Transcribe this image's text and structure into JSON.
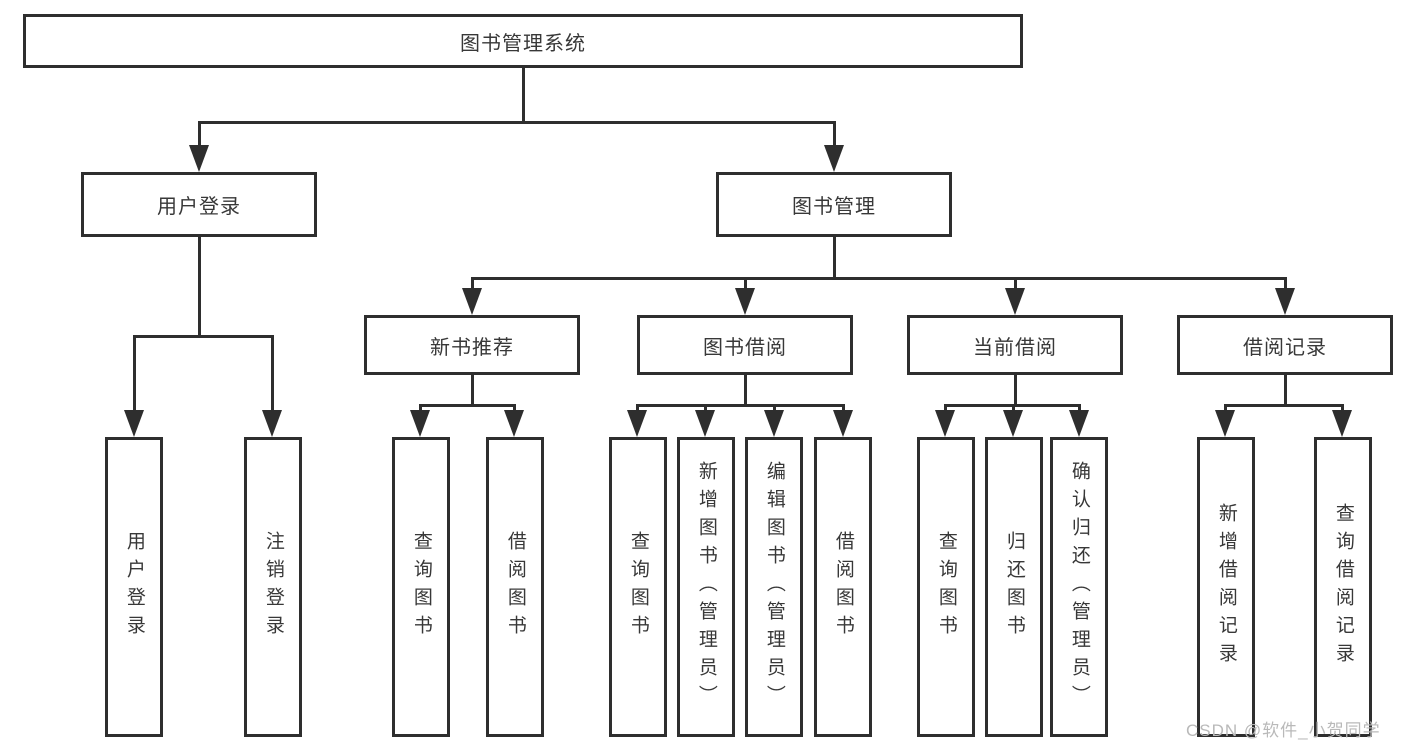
{
  "diagram": {
    "root": {
      "label": "图书管理系统"
    },
    "level2": [
      {
        "label": "用户登录"
      },
      {
        "label": "图书管理"
      }
    ],
    "level3": [
      {
        "label": "新书推荐"
      },
      {
        "label": "图书借阅"
      },
      {
        "label": "当前借阅"
      },
      {
        "label": "借阅记录"
      }
    ],
    "leaves": {
      "login": [
        {
          "label": "用户登录"
        },
        {
          "label": "注销登录"
        }
      ],
      "recommend": [
        {
          "label": "查询图书"
        },
        {
          "label": "借阅图书"
        }
      ],
      "borrow": [
        {
          "label": "查询图书"
        },
        {
          "label": "新增图书（管理员）"
        },
        {
          "label": "编辑图书（管理员）"
        },
        {
          "label": "借阅图书"
        }
      ],
      "current": [
        {
          "label": "查询图书"
        },
        {
          "label": "归还图书"
        },
        {
          "label": "确认归还（管理员）"
        }
      ],
      "records": [
        {
          "label": "新增借阅记录"
        },
        {
          "label": "查询借阅记录"
        }
      ]
    },
    "watermark": "CSDN @软件_小贺同学",
    "colors": {
      "line": "#2e2e2e",
      "text": "#383838",
      "watermark": "#b9b9b9",
      "background": "#ffffff"
    }
  }
}
